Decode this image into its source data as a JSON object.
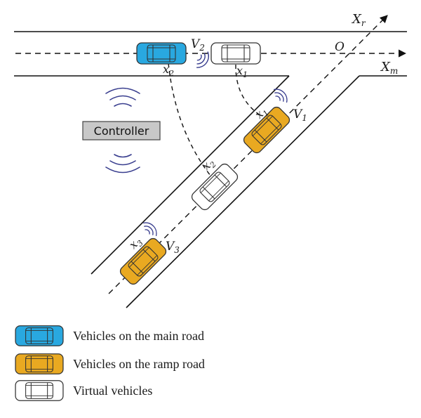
{
  "diagram": {
    "axis_labels": {
      "xr": "X",
      "xr_sub": "r",
      "xm": "X",
      "xm_sub": "m",
      "origin": "O"
    },
    "controller": {
      "label": "Controller"
    },
    "vehicle_labels": {
      "main_v2": "V",
      "main_v2_sub": "2",
      "main_x2": "x",
      "main_x2_sub": "2",
      "virt_x1": "x",
      "virt_x1_sub": "1",
      "ramp1_x1": "x",
      "ramp1_x1_sub": "1",
      "ramp1_v1": "V",
      "ramp1_v1_sub": "1",
      "virt2_x2": "x",
      "virt2_x2_sub": "2",
      "ramp3_x3": "x",
      "ramp3_x3_sub": "3",
      "ramp3_v3": "V",
      "ramp3_v3_sub": "3"
    },
    "colors": {
      "main_vehicle": "#29a8e0",
      "ramp_vehicle": "#e9a921",
      "virtual_vehicle": "#ffffff",
      "controller_fill": "#c8c8c8",
      "signal": "#3a3f8f"
    }
  },
  "legend": {
    "items": [
      {
        "label": "Vehicles on the main road",
        "kind": "main"
      },
      {
        "label": "Vehicles on the ramp road",
        "kind": "ramp"
      },
      {
        "label": "Virtual vehicles",
        "kind": "virtual"
      }
    ]
  }
}
